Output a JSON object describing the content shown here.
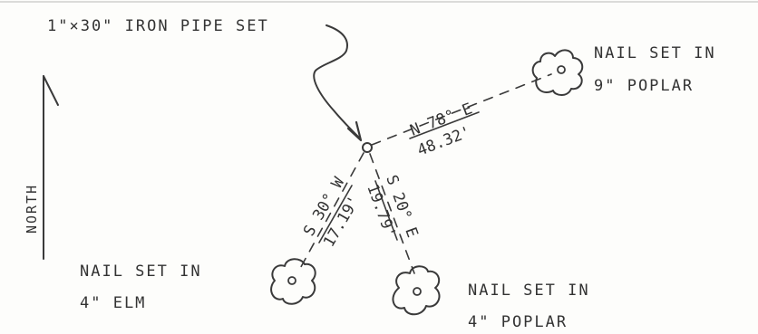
{
  "title_label": "1\"×30\" IRON PIPE SET",
  "north_label": "NORTH",
  "references": [
    {
      "id": "poplar9",
      "name": "NAIL SET IN",
      "detail": "9\" POPLAR",
      "bearing": "N 78° E",
      "distance": "48.32'"
    },
    {
      "id": "elm4",
      "name": "NAIL SET IN",
      "detail": "4\" ELM",
      "bearing": "S 30° W",
      "distance": "17.19'"
    },
    {
      "id": "poplar4",
      "name": "NAIL SET IN",
      "detail": "4\" POPLAR",
      "bearing": "S 20° E",
      "distance": "19.79'"
    }
  ],
  "colors": {
    "ink": "#3a3a3a",
    "paper": "#fdfdfb"
  }
}
